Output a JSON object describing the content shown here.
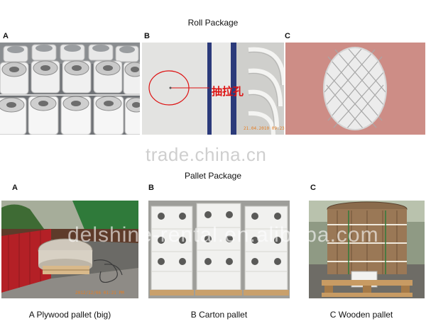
{
  "roll_section": {
    "title": "Roll Package",
    "panels": [
      {
        "letter": "A"
      },
      {
        "letter": "B",
        "note": "抽拉孔",
        "timestamp": "21.04.2010 09:23"
      },
      {
        "letter": "C"
      }
    ]
  },
  "watermark": {
    "center": "trade.china.cn",
    "overlay": "delshine-rental.en.alibaba.com"
  },
  "pallet_section": {
    "title": "Pallet Package",
    "panels": [
      {
        "letter": "A",
        "caption": "A Plywood pallet (big)",
        "timestamp": "2012/12/06 01:21 PM"
      },
      {
        "letter": "B",
        "caption": "B Carton pallet"
      },
      {
        "letter": "C",
        "caption": "C Wooden pallet"
      }
    ]
  },
  "colors": {
    "note_red": "#dd1111",
    "pallet_wood": "#b08558",
    "roll_white": "#f2f2f2",
    "tarp_green": "#2f7a3a"
  }
}
